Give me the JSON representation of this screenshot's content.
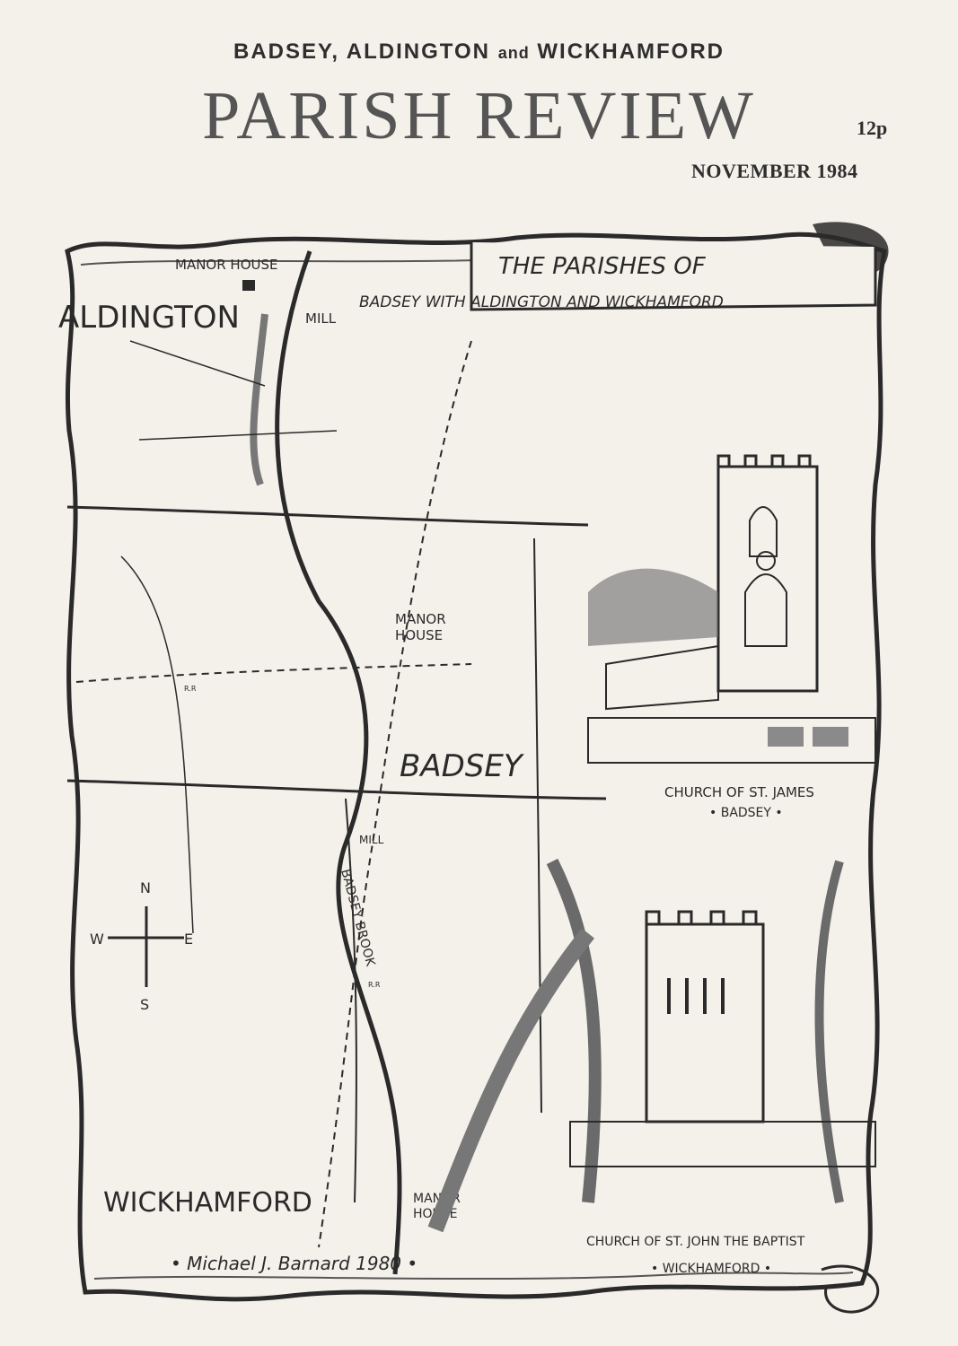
{
  "header": {
    "parishes_line_a": "BADSEY, ALDINGTON",
    "parishes_line_and": "and",
    "parishes_line_b": "WICKHAMFORD",
    "title": "PARISH REVIEW",
    "price": "12p",
    "issue_date": "NOVEMBER 1984"
  },
  "map": {
    "banner_line1": "THE PARISHES OF",
    "banner_line2": "BADSEY WITH ALDINGTON AND WICKHAMFORD",
    "villages": {
      "aldington": "ALDINGTON",
      "badsey": "BADSEY",
      "wickhamford": "WICKHAMFORD"
    },
    "places": {
      "manor_house_aldington": "MANOR HOUSE",
      "mill_aldington": "MILL",
      "manor_badsey_1": "MANOR",
      "manor_badsey_2": "HOUSE",
      "mill_badsey": "MILL",
      "brook": "BADSEY BROOK",
      "manor_wick_1": "MANOR",
      "manor_wick_2": "HOUSE",
      "rr_1": "R.R",
      "rr_2": "R.R"
    },
    "compass": {
      "n": "N",
      "s": "S",
      "e": "E",
      "w": "W"
    },
    "churches": {
      "st_james_1": "CHURCH OF ST. JAMES",
      "st_james_2": "• BADSEY •",
      "st_john_1": "CHURCH   OF  ST. JOHN  THE  BAPTIST",
      "st_john_2": "• WICKHAMFORD •"
    },
    "signature": "• Michael J. Barnard 1980 •",
    "colors": {
      "ink": "#2a2a2a",
      "paper": "#f4f1ea",
      "shade": "#8a8a8a"
    }
  }
}
